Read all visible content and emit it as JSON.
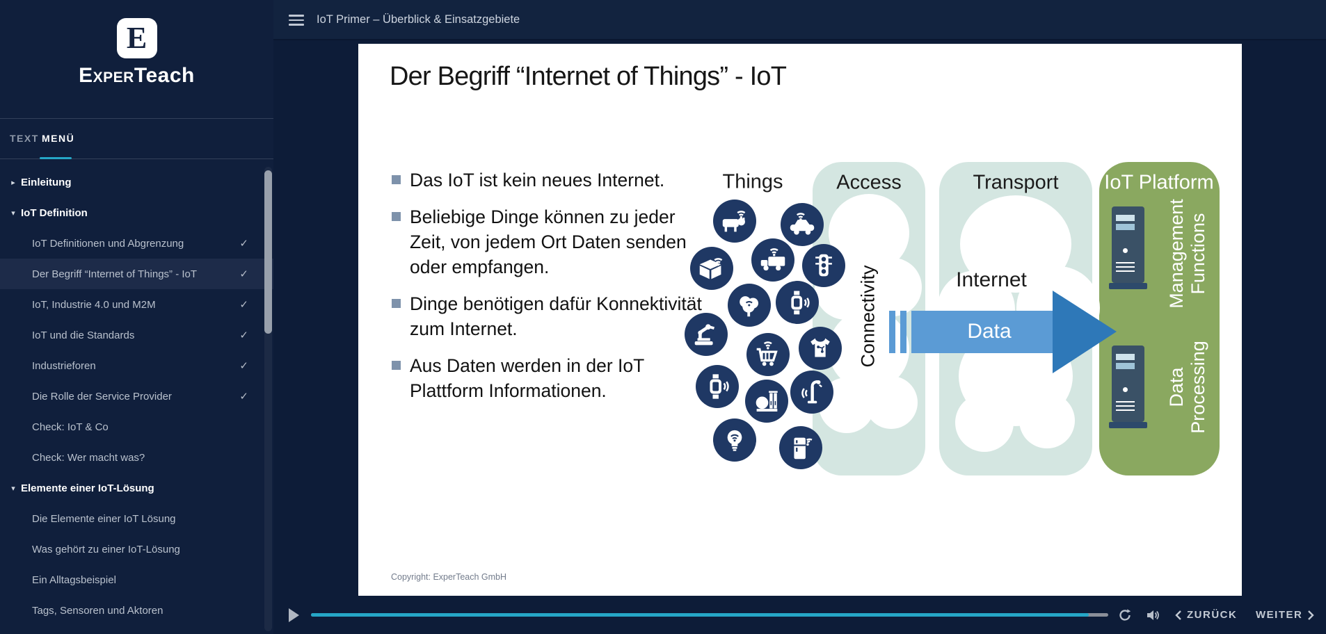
{
  "sidebar": {
    "logo": {
      "badge_letter": "E",
      "brand_prefix": "Exper",
      "brand_suffix": "Teach"
    },
    "tabs": [
      {
        "label": "TEXT",
        "active": false
      },
      {
        "label": "MENÜ",
        "active": true
      }
    ],
    "menu": [
      {
        "type": "section",
        "label": "Einleitung",
        "expanded": false,
        "checked": false,
        "active": false
      },
      {
        "type": "section",
        "label": "IoT Definition",
        "expanded": true,
        "checked": false,
        "active": false
      },
      {
        "type": "item",
        "label": "IoT Definitionen und Abgrenzung",
        "checked": true,
        "active": false
      },
      {
        "type": "item",
        "label": "Der Begriff “Internet of Things” - IoT",
        "checked": true,
        "active": true
      },
      {
        "type": "item",
        "label": "IoT, Industrie 4.0 und M2M",
        "checked": true,
        "active": false
      },
      {
        "type": "item",
        "label": "IoT und die Standards",
        "checked": true,
        "active": false
      },
      {
        "type": "item",
        "label": "Industrieforen",
        "checked": true,
        "active": false
      },
      {
        "type": "item",
        "label": "Die Rolle der Service Provider",
        "checked": true,
        "active": false
      },
      {
        "type": "item",
        "label": "Check: IoT & Co",
        "checked": false,
        "active": false
      },
      {
        "type": "item",
        "label": "Check: Wer macht was?",
        "checked": false,
        "active": false
      },
      {
        "type": "section",
        "label": "Elemente einer IoT-Lösung",
        "expanded": true,
        "checked": false,
        "active": false
      },
      {
        "type": "item",
        "label": "Die Elemente einer IoT Lösung",
        "checked": false,
        "active": false
      },
      {
        "type": "item",
        "label": "Was gehört zu einer IoT-Lösung",
        "checked": false,
        "active": false
      },
      {
        "type": "item",
        "label": "Ein Alltagsbeispiel",
        "checked": false,
        "active": false
      },
      {
        "type": "item",
        "label": "Tags, Sensoren und Aktoren",
        "checked": false,
        "active": false
      }
    ]
  },
  "topbar": {
    "title": "IoT Primer – Überblick & Einsatzgebiete"
  },
  "slide": {
    "title": "Der Begriff “Internet of Things” - IoT",
    "bullets": [
      "Das IoT ist kein neues Internet.",
      "Beliebige Dinge können zu jeder Zeit, von jedem Ort Daten senden oder empfangen.",
      "Dinge benötigen dafür Konnektivität zum Internet.",
      "Aus Daten werden in der IoT Plattform Informationen."
    ],
    "copyright": "Copyright: ExperTeach GmbH",
    "diagram": {
      "column_labels": [
        "Things",
        "Access",
        "Transport",
        "IoT Platform"
      ],
      "connectivity_label": "Connectivity",
      "internet_label": "Internet",
      "arrow_label": "Data",
      "platform_blocks": [
        {
          "lines": [
            "Management",
            "Functions"
          ]
        },
        {
          "lines": [
            "Data",
            "Processing"
          ]
        }
      ],
      "things_icons": [
        "cow-icon",
        "car-icon",
        "package-icon",
        "truck-icon",
        "traffic-light-icon",
        "tree-icon",
        "smartwatch-icon",
        "robot-arm-icon",
        "shopping-cart-icon",
        "smart-shirt-icon",
        "smartwatch2-icon",
        "industrial-plant-icon",
        "street-lamp-icon",
        "light-bulb-icon",
        "refrigerator-icon"
      ]
    }
  },
  "player": {
    "progress_percent": 97.6,
    "back_label": "ZURÜCK",
    "next_label": "WEITER"
  },
  "colors": {
    "accent_teal": "#25a6c6",
    "sidebar_navy": "#101f3c",
    "main_navy": "#0d1c38",
    "circle_navy": "#1F3864",
    "column_teal": "#d4e6e1",
    "platform_green": "#8aa860",
    "arrow_blue": "#5b9bd5",
    "arrow_head_blue": "#2e78b8"
  }
}
